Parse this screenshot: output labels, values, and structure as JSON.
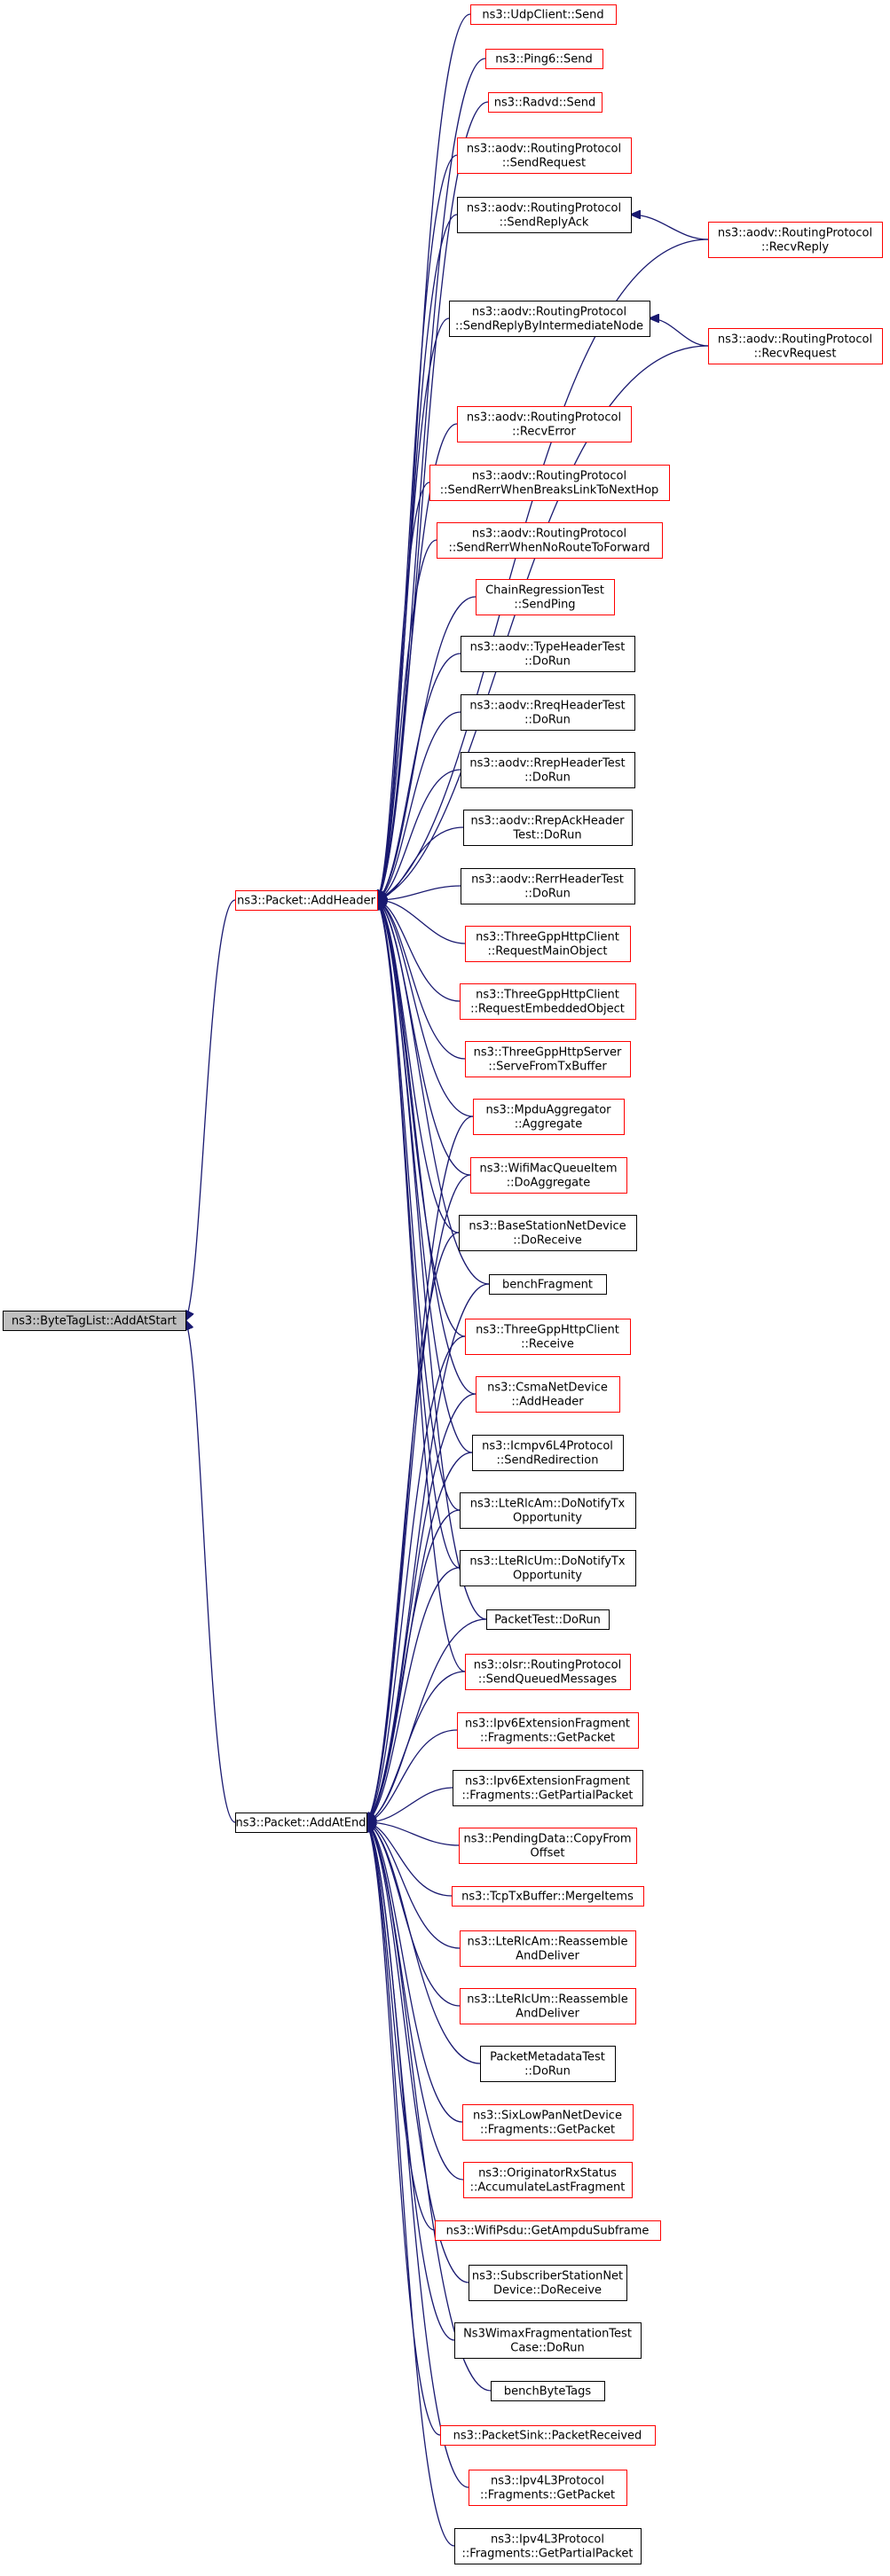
{
  "colors": {
    "edge": "#191970",
    "node_fill": "#ffffff",
    "node_link_border": "#ff0000",
    "node_plain_border": "#000000",
    "root_fill": "#bfbfbf",
    "root_border": "#000000"
  },
  "graph": {
    "root": {
      "id": "root",
      "lines": [
        "ns3::ByteTagList::AddAtStart"
      ],
      "style": "root"
    },
    "nodes": [
      {
        "id": "addheader",
        "lines": [
          "ns3::Packet::AddHeader"
        ],
        "style": "link"
      },
      {
        "id": "addatend",
        "lines": [
          "ns3::Packet::AddAtEnd"
        ],
        "style": "plain"
      },
      {
        "id": "udpclient_send",
        "lines": [
          "ns3::UdpClient::Send"
        ],
        "style": "link"
      },
      {
        "id": "ping6_send",
        "lines": [
          "ns3::Ping6::Send"
        ],
        "style": "link"
      },
      {
        "id": "radvd_send",
        "lines": [
          "ns3::Radvd::Send"
        ],
        "style": "link"
      },
      {
        "id": "aodv_sendrequest",
        "lines": [
          "ns3::aodv::RoutingProtocol",
          "::SendRequest"
        ],
        "style": "link"
      },
      {
        "id": "aodv_sendreplyack",
        "lines": [
          "ns3::aodv::RoutingProtocol",
          "::SendReplyAck"
        ],
        "style": "plain"
      },
      {
        "id": "aodv_recvreply",
        "lines": [
          "ns3::aodv::RoutingProtocol",
          "::RecvReply"
        ],
        "style": "link"
      },
      {
        "id": "aodv_sendreplybyintermediate",
        "lines": [
          "ns3::aodv::RoutingProtocol",
          "::SendReplyByIntermediateNode"
        ],
        "style": "plain"
      },
      {
        "id": "aodv_recvrequest",
        "lines": [
          "ns3::aodv::RoutingProtocol",
          "::RecvRequest"
        ],
        "style": "link"
      },
      {
        "id": "aodv_recverror",
        "lines": [
          "ns3::aodv::RoutingProtocol",
          "::RecvError"
        ],
        "style": "link"
      },
      {
        "id": "aodv_sendrerrbreaks",
        "lines": [
          "ns3::aodv::RoutingProtocol",
          "::SendRerrWhenBreaksLinkToNextHop"
        ],
        "style": "link"
      },
      {
        "id": "aodv_sendrerrnoroute",
        "lines": [
          "ns3::aodv::RoutingProtocol",
          "::SendRerrWhenNoRouteToForward"
        ],
        "style": "link"
      },
      {
        "id": "chainregression_sendping",
        "lines": [
          "ChainRegressionTest",
          "::SendPing"
        ],
        "style": "link"
      },
      {
        "id": "aodv_typeheadertest",
        "lines": [
          "ns3::aodv::TypeHeaderTest",
          "::DoRun"
        ],
        "style": "plain"
      },
      {
        "id": "aodv_rreqheadertest",
        "lines": [
          "ns3::aodv::RreqHeaderTest",
          "::DoRun"
        ],
        "style": "plain"
      },
      {
        "id": "aodv_rrepheadertest",
        "lines": [
          "ns3::aodv::RrepHeaderTest",
          "::DoRun"
        ],
        "style": "plain"
      },
      {
        "id": "aodv_rrepackheadertest",
        "lines": [
          "ns3::aodv::RrepAckHeader",
          "Test::DoRun"
        ],
        "style": "plain"
      },
      {
        "id": "aodv_rerrheadertest",
        "lines": [
          "ns3::aodv::RerrHeaderTest",
          "::DoRun"
        ],
        "style": "plain"
      },
      {
        "id": "tgpp_client_requestmain",
        "lines": [
          "ns3::ThreeGppHttpClient",
          "::RequestMainObject"
        ],
        "style": "link"
      },
      {
        "id": "tgpp_client_requestembedded",
        "lines": [
          "ns3::ThreeGppHttpClient",
          "::RequestEmbeddedObject"
        ],
        "style": "link"
      },
      {
        "id": "tgpp_server_servefromtx",
        "lines": [
          "ns3::ThreeGppHttpServer",
          "::ServeFromTxBuffer"
        ],
        "style": "link"
      },
      {
        "id": "mpdu_aggregate",
        "lines": [
          "ns3::MpduAggregator",
          "::Aggregate"
        ],
        "style": "link"
      },
      {
        "id": "wifimacqueueitem_doaggregate",
        "lines": [
          "ns3::WifiMacQueueItem",
          "::DoAggregate"
        ],
        "style": "link"
      },
      {
        "id": "basestation_doreceive",
        "lines": [
          "ns3::BaseStationNetDevice",
          "::DoReceive"
        ],
        "style": "plain"
      },
      {
        "id": "benchfragment",
        "lines": [
          "benchFragment"
        ],
        "style": "plain"
      },
      {
        "id": "tgpp_client_receive",
        "lines": [
          "ns3::ThreeGppHttpClient",
          "::Receive"
        ],
        "style": "link"
      },
      {
        "id": "csma_addheader",
        "lines": [
          "ns3::CsmaNetDevice",
          "::AddHeader"
        ],
        "style": "link"
      },
      {
        "id": "icmpv6_sendredirection",
        "lines": [
          "ns3::Icmpv6L4Protocol",
          "::SendRedirection"
        ],
        "style": "plain"
      },
      {
        "id": "ltercam_notifytx",
        "lines": [
          "ns3::LteRlcAm::DoNotifyTx",
          "Opportunity"
        ],
        "style": "plain"
      },
      {
        "id": "ltercum_notifytx",
        "lines": [
          "ns3::LteRlcUm::DoNotifyTx",
          "Opportunity"
        ],
        "style": "plain"
      },
      {
        "id": "packettest_dorun",
        "lines": [
          "PacketTest::DoRun"
        ],
        "style": "plain"
      },
      {
        "id": "olsr_sendqueued",
        "lines": [
          "ns3::olsr::RoutingProtocol",
          "::SendQueuedMessages"
        ],
        "style": "link"
      },
      {
        "id": "ipv6frag_getpacket",
        "lines": [
          "ns3::Ipv6ExtensionFragment",
          "::Fragments::GetPacket"
        ],
        "style": "link"
      },
      {
        "id": "ipv6frag_getpartial",
        "lines": [
          "ns3::Ipv6ExtensionFragment",
          "::Fragments::GetPartialPacket"
        ],
        "style": "plain"
      },
      {
        "id": "pendingdata_copyfrom",
        "lines": [
          "ns3::PendingData::CopyFrom",
          "Offset"
        ],
        "style": "link"
      },
      {
        "id": "tcptxbuffer_mergeitems",
        "lines": [
          "ns3::TcpTxBuffer::MergeItems"
        ],
        "style": "link"
      },
      {
        "id": "ltercam_reassemble",
        "lines": [
          "ns3::LteRlcAm::Reassemble",
          "AndDeliver"
        ],
        "style": "link"
      },
      {
        "id": "ltercum_reassemble",
        "lines": [
          "ns3::LteRlcUm::Reassemble",
          "AndDeliver"
        ],
        "style": "link"
      },
      {
        "id": "packetmetadatatest",
        "lines": [
          "PacketMetadataTest",
          "::DoRun"
        ],
        "style": "plain"
      },
      {
        "id": "sixlowpan_getpacket",
        "lines": [
          "ns3::SixLowPanNetDevice",
          "::Fragments::GetPacket"
        ],
        "style": "link"
      },
      {
        "id": "originatorrx_accumulate",
        "lines": [
          "ns3::OriginatorRxStatus",
          "::AccumulateLastFragment"
        ],
        "style": "link"
      },
      {
        "id": "wifipsdu_getampdu",
        "lines": [
          "ns3::WifiPsdu::GetAmpduSubframe"
        ],
        "style": "link"
      },
      {
        "id": "subscriberstation_doreceive",
        "lines": [
          "ns3::SubscriberStationNet",
          "Device::DoReceive"
        ],
        "style": "plain"
      },
      {
        "id": "wimaxfragtest",
        "lines": [
          "Ns3WimaxFragmentationTest",
          "Case::DoRun"
        ],
        "style": "plain"
      },
      {
        "id": "benchbytetags",
        "lines": [
          "benchByteTags"
        ],
        "style": "plain"
      },
      {
        "id": "packetsink_received",
        "lines": [
          "ns3::PacketSink::PacketReceived"
        ],
        "style": "link"
      },
      {
        "id": "ipv4l3_getpacket",
        "lines": [
          "ns3::Ipv4L3Protocol",
          "::Fragments::GetPacket"
        ],
        "style": "link"
      },
      {
        "id": "ipv4l3_getpartial",
        "lines": [
          "ns3::Ipv4L3Protocol",
          "::Fragments::GetPartialPacket"
        ],
        "style": "plain"
      }
    ],
    "edges": [
      {
        "from": "addheader",
        "to": "root"
      },
      {
        "from": "addatend",
        "to": "root"
      },
      {
        "from": "udpclient_send",
        "to": "addheader"
      },
      {
        "from": "ping6_send",
        "to": "addheader"
      },
      {
        "from": "radvd_send",
        "to": "addheader"
      },
      {
        "from": "aodv_sendrequest",
        "to": "addheader"
      },
      {
        "from": "aodv_sendreplyack",
        "to": "addheader"
      },
      {
        "from": "aodv_recvreply",
        "to": "aodv_sendreplyack"
      },
      {
        "from": "aodv_recvreply",
        "to": "addheader"
      },
      {
        "from": "aodv_sendreplybyintermediate",
        "to": "addheader"
      },
      {
        "from": "aodv_recvrequest",
        "to": "aodv_sendreplybyintermediate"
      },
      {
        "from": "aodv_recvrequest",
        "to": "addheader"
      },
      {
        "from": "aodv_recverror",
        "to": "addheader"
      },
      {
        "from": "aodv_sendrerrbreaks",
        "to": "addheader"
      },
      {
        "from": "aodv_sendrerrnoroute",
        "to": "addheader"
      },
      {
        "from": "chainregression_sendping",
        "to": "addheader"
      },
      {
        "from": "aodv_typeheadertest",
        "to": "addheader"
      },
      {
        "from": "aodv_rreqheadertest",
        "to": "addheader"
      },
      {
        "from": "aodv_rrepheadertest",
        "to": "addheader"
      },
      {
        "from": "aodv_rrepackheadertest",
        "to": "addheader"
      },
      {
        "from": "aodv_rerrheadertest",
        "to": "addheader"
      },
      {
        "from": "tgpp_client_requestmain",
        "to": "addheader"
      },
      {
        "from": "tgpp_client_requestembedded",
        "to": "addheader"
      },
      {
        "from": "tgpp_server_servefromtx",
        "to": "addheader"
      },
      {
        "from": "mpdu_aggregate",
        "to": "addheader"
      },
      {
        "from": "wifimacqueueitem_doaggregate",
        "to": "addheader"
      },
      {
        "from": "basestation_doreceive",
        "to": "addheader"
      },
      {
        "from": "benchfragment",
        "to": "addheader"
      },
      {
        "from": "tgpp_client_receive",
        "to": "addheader"
      },
      {
        "from": "csma_addheader",
        "to": "addheader"
      },
      {
        "from": "icmpv6_sendredirection",
        "to": "addheader"
      },
      {
        "from": "ltercam_notifytx",
        "to": "addheader"
      },
      {
        "from": "ltercum_notifytx",
        "to": "addheader"
      },
      {
        "from": "packettest_dorun",
        "to": "addheader"
      },
      {
        "from": "olsr_sendqueued",
        "to": "addheader"
      },
      {
        "from": "mpdu_aggregate",
        "to": "addatend"
      },
      {
        "from": "wifimacqueueitem_doaggregate",
        "to": "addatend"
      },
      {
        "from": "basestation_doreceive",
        "to": "addatend"
      },
      {
        "from": "benchfragment",
        "to": "addatend"
      },
      {
        "from": "tgpp_client_receive",
        "to": "addatend"
      },
      {
        "from": "csma_addheader",
        "to": "addatend"
      },
      {
        "from": "icmpv6_sendredirection",
        "to": "addatend"
      },
      {
        "from": "ltercam_notifytx",
        "to": "addatend"
      },
      {
        "from": "ltercum_notifytx",
        "to": "addatend"
      },
      {
        "from": "packettest_dorun",
        "to": "addatend"
      },
      {
        "from": "olsr_sendqueued",
        "to": "addatend"
      },
      {
        "from": "ipv6frag_getpacket",
        "to": "addatend"
      },
      {
        "from": "ipv6frag_getpartial",
        "to": "addatend"
      },
      {
        "from": "pendingdata_copyfrom",
        "to": "addatend"
      },
      {
        "from": "tcptxbuffer_mergeitems",
        "to": "addatend"
      },
      {
        "from": "ltercam_reassemble",
        "to": "addatend"
      },
      {
        "from": "ltercum_reassemble",
        "to": "addatend"
      },
      {
        "from": "packetmetadatatest",
        "to": "addatend"
      },
      {
        "from": "sixlowpan_getpacket",
        "to": "addatend"
      },
      {
        "from": "originatorrx_accumulate",
        "to": "addatend"
      },
      {
        "from": "wifipsdu_getampdu",
        "to": "addatend"
      },
      {
        "from": "subscriberstation_doreceive",
        "to": "addatend"
      },
      {
        "from": "wimaxfragtest",
        "to": "addatend"
      },
      {
        "from": "benchbytetags",
        "to": "addatend"
      },
      {
        "from": "packetsink_received",
        "to": "addatend"
      },
      {
        "from": "ipv4l3_getpacket",
        "to": "addatend"
      },
      {
        "from": "ipv4l3_getpartial",
        "to": "addatend"
      }
    ]
  }
}
